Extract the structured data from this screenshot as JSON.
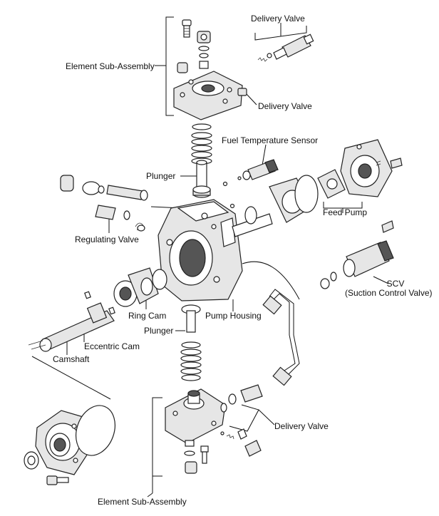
{
  "labels": {
    "delivery_valve_top": "Delivery Valve",
    "element_sub_assembly_top": "Element Sub-Assembly",
    "delivery_valve_upper": "Delivery Valve",
    "fuel_temperature_sensor": "Fuel Temperature Sensor",
    "plunger_upper": "Plunger",
    "feed_pump": "Feed Pump",
    "regulating_valve": "Regulating Valve",
    "scv": "SCV",
    "scv_full": "(Suction Control Valve)",
    "ring_cam": "Ring Cam",
    "pump_housing": "Pump Housing",
    "plunger_lower": "Plunger",
    "eccentric_cam": "Eccentric Cam",
    "camshaft": "Camshaft",
    "delivery_valve_lower": "Delivery Valve",
    "element_sub_assembly_bottom": "Element Sub-Assembly"
  }
}
